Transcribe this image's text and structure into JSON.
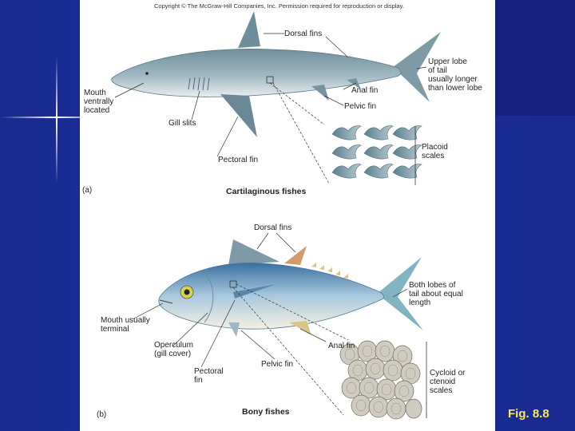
{
  "copyright": "Copyright © The McGraw-Hill Companies, Inc. Permission required for reproduction or display.",
  "shark": {
    "dorsal_fins": "Dorsal fins",
    "upper_lobe": [
      "Upper lobe",
      "of tail",
      "usually longer",
      "than lower lobe"
    ],
    "anal_fin": "Anal fin",
    "pelvic_fin": "Pelvic fin",
    "mouth": [
      "Mouth",
      "ventrally",
      "located"
    ],
    "gill_slits": "Gill slits",
    "pectoral_fin": "Pectoral fin",
    "placoid": [
      "Placoid",
      "scales"
    ],
    "panel_letter": "(a)",
    "caption": "Cartilaginous fishes"
  },
  "tuna": {
    "dorsal_fins": "Dorsal fins",
    "both_lobes": [
      "Both lobes of",
      "tail about equal",
      "length"
    ],
    "mouth": [
      "Mouth usually",
      "terminal"
    ],
    "operculum": [
      "Operculum",
      "(gill cover)"
    ],
    "anal_fin": "Anal fin",
    "pelvic_fin": "Pelvic fin",
    "pectoral_fin": [
      "Pectoral",
      "fin"
    ],
    "cycloid": [
      "Cycloid or",
      "ctenoid",
      "scales"
    ],
    "panel_letter": "(b)",
    "caption": "Bony fishes"
  },
  "figure_label": "Fig. 8.8",
  "colors": {
    "background": "#1c2fa0",
    "figure_label": "#ffe85a"
  }
}
